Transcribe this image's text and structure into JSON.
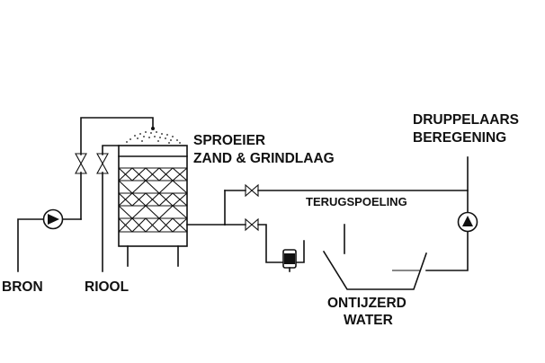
{
  "labels": {
    "bron": "BRON",
    "riool": "RIOOL",
    "sproeier": "SPROEIER",
    "zand_grindlaag": "ZAND & GRINDLAAG",
    "druppelaars": "DRUPPELAARS",
    "beregening": "BEREGENING",
    "terugspoeling": "TERUGSPOELING",
    "ontijzerd": "ONTIJZERD",
    "water": "WATER"
  },
  "colors": {
    "line": "#111111",
    "background": "#ffffff"
  }
}
